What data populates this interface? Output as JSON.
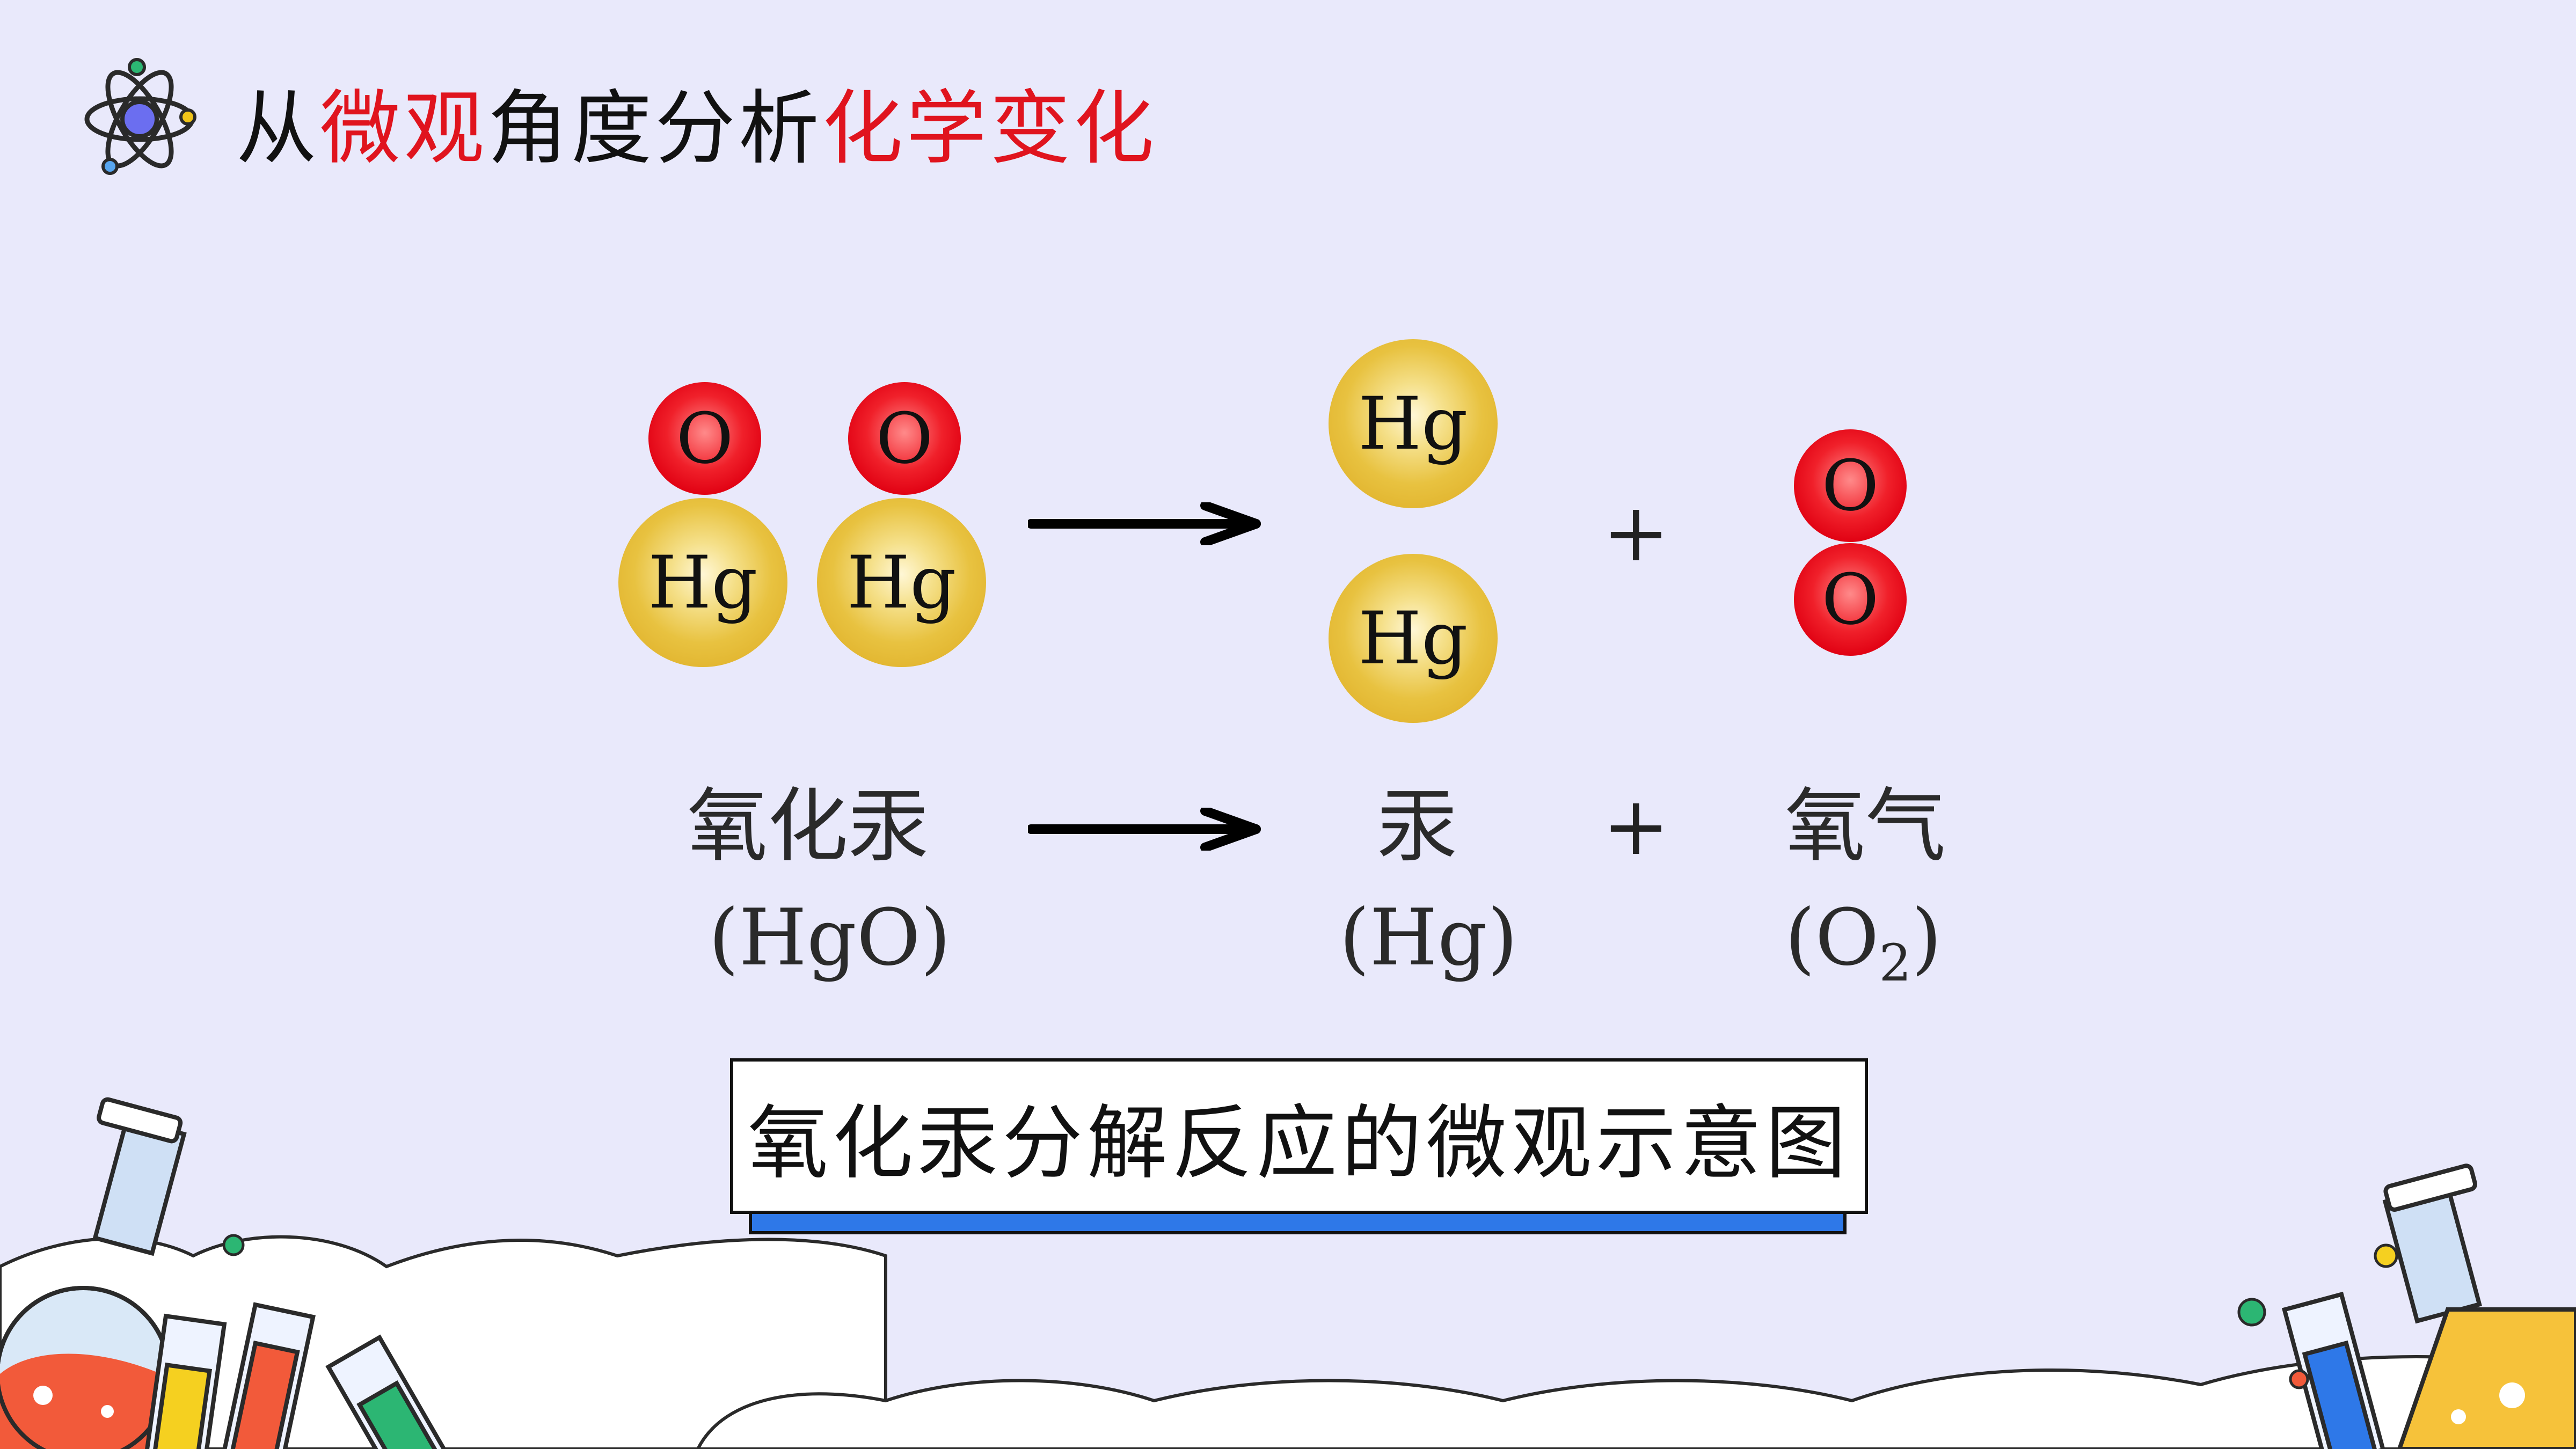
{
  "title": {
    "segments": [
      {
        "text": "从",
        "red": false
      },
      {
        "text": "微观",
        "red": true
      },
      {
        "text": "角度分析",
        "red": false
      },
      {
        "text": "化学变化",
        "red": true
      }
    ]
  },
  "reactants": {
    "molecule_atoms": [
      "O",
      "Hg",
      "O",
      "Hg"
    ],
    "name": "氧化汞",
    "formula": "(HgO)"
  },
  "products": {
    "mercury_atoms": [
      "Hg",
      "Hg"
    ],
    "mercury_name": "汞",
    "mercury_formula": "(Hg)",
    "oxygen_atoms": [
      "O",
      "O"
    ],
    "oxygen_name": "氧气",
    "oxygen_formula_prefix": "(O",
    "oxygen_formula_sub": "2",
    "oxygen_formula_suffix": ")"
  },
  "plus_sign": "+",
  "caption": "氧化汞分解反应的微观示意图",
  "colors": {
    "background": "#e9e9fb",
    "accent_red": "#e0141e",
    "oxygen_red": "#e00012",
    "mercury_gold": "#e0b12a",
    "caption_shadow_blue": "#2e78e8"
  }
}
